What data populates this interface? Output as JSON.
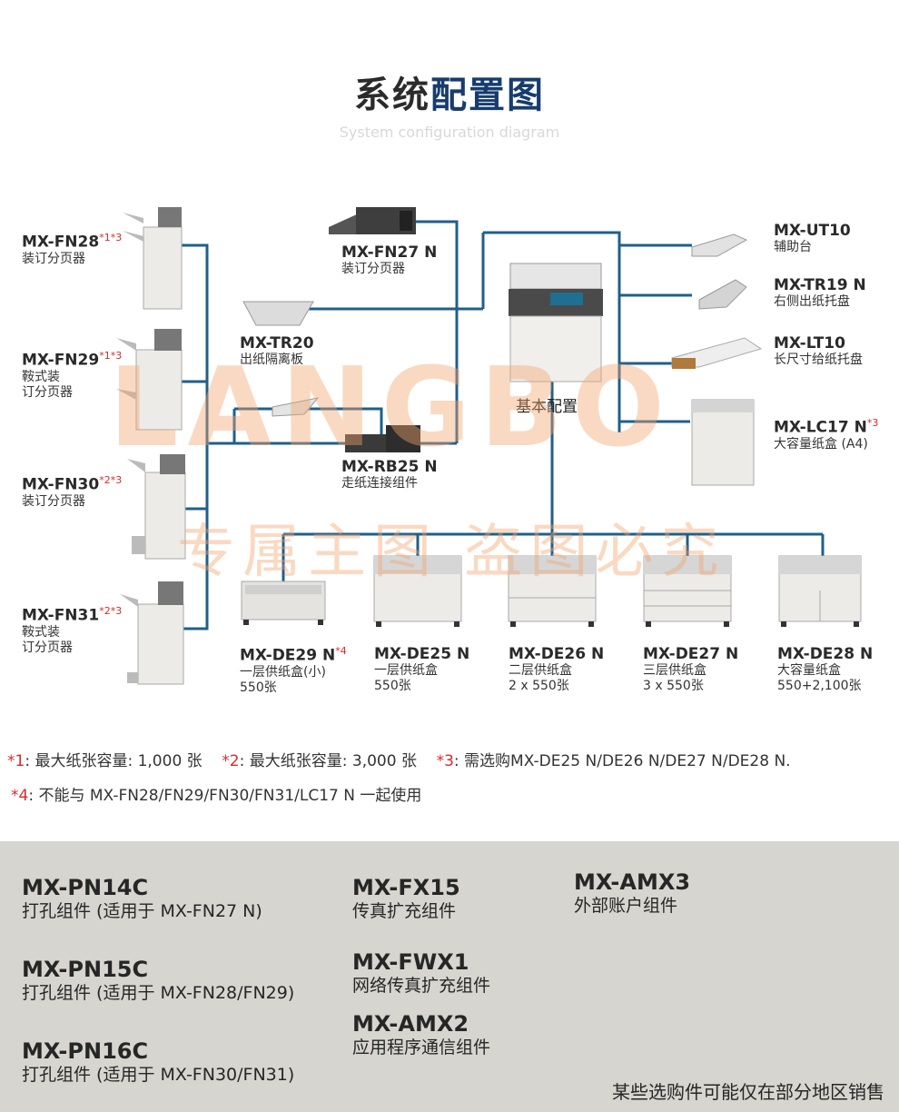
{
  "header": {
    "title_part1": "系统",
    "title_part2": "配置图",
    "subtitle": "System configuration diagram"
  },
  "watermark": {
    "brand": "LANGBO",
    "text": "专属主图  盗图必究"
  },
  "base_unit": {
    "label": "基本配置"
  },
  "components": {
    "fn28": {
      "code": "MX-FN28",
      "sup": "*1*3",
      "desc1": "装订分页器",
      "desc2": ""
    },
    "fn29": {
      "code": "MX-FN29",
      "sup": "*1*3",
      "desc1": "鞍式装",
      "desc2": "订分页器"
    },
    "fn30": {
      "code": "MX-FN30",
      "sup": "*2*3",
      "desc1": "装订分页器",
      "desc2": ""
    },
    "fn31": {
      "code": "MX-FN31",
      "sup": "*2*3",
      "desc1": "鞍式装",
      "desc2": "订分页器"
    },
    "fn27": {
      "code": "MX-FN27 N",
      "sup": "",
      "desc1": "装订分页器",
      "desc2": ""
    },
    "tr20": {
      "code": "MX-TR20",
      "sup": "",
      "desc1": "出纸隔离板",
      "desc2": ""
    },
    "rb25": {
      "code": "MX-RB25 N",
      "sup": "",
      "desc1": "走纸连接组件",
      "desc2": ""
    },
    "ut10": {
      "code": "MX-UT10",
      "sup": "",
      "desc1": "辅助台",
      "desc2": ""
    },
    "tr19": {
      "code": "MX-TR19 N",
      "sup": "",
      "desc1": "右侧出纸托盘",
      "desc2": ""
    },
    "lt10": {
      "code": "MX-LT10",
      "sup": "",
      "desc1": "长尺寸给纸托盘",
      "desc2": ""
    },
    "lc17": {
      "code": "MX-LC17 N",
      "sup": "*3",
      "desc1": "大容量纸盒 (A4)",
      "desc2": ""
    },
    "de29": {
      "code": "MX-DE29 N",
      "sup": "*4",
      "desc1": "一层供纸盒(小)",
      "desc2": "550张"
    },
    "de25": {
      "code": "MX-DE25 N",
      "sup": "",
      "desc1": "一层供纸盒",
      "desc2": "550张"
    },
    "de26": {
      "code": "MX-DE26 N",
      "sup": "",
      "desc1": "二层供纸盒",
      "desc2": "2 x 550张"
    },
    "de27": {
      "code": "MX-DE27 N",
      "sup": "",
      "desc1": "三层供纸盒",
      "desc2": "3 x 550张"
    },
    "de28": {
      "code": "MX-DE28 N",
      "sup": "",
      "desc1": "大容量纸盒",
      "desc2": "550+2,100张"
    }
  },
  "notes": {
    "n1_mark": "*1",
    "n1_text": ": 最大纸张容量: 1,000 张",
    "n2_mark": "*2",
    "n2_text": ": 最大纸张容量: 3,000 张",
    "n3_mark": "*3",
    "n3_text": ": 需选购MX-DE25 N/DE26 N/DE27 N/DE28 N.",
    "n4_mark": "*4",
    "n4_text": ": 不能与 MX-FN28/FN29/FN30/FN31/LC17 N 一起使用"
  },
  "options": {
    "pn14c": {
      "code": "MX-PN14C",
      "desc": "打孔组件 (适用于 MX-FN27 N)"
    },
    "pn15c": {
      "code": "MX-PN15C",
      "desc": "打孔组件 (适用于 MX-FN28/FN29)"
    },
    "pn16c": {
      "code": "MX-PN16C",
      "desc": "打孔组件 (适用于 MX-FN30/FN31)"
    },
    "fx15": {
      "code": "MX-FX15",
      "desc": "传真扩充组件"
    },
    "fwx1": {
      "code": "MX-FWX1",
      "desc": "网络传真扩充组件"
    },
    "amx2": {
      "code": "MX-AMX2",
      "desc": "应用程序通信组件"
    },
    "amx3": {
      "code": "MX-AMX3",
      "desc": "外部账户组件"
    },
    "availability": "某些选购件可能仅在部分地区销售"
  },
  "colors": {
    "line": "#1f5f8b",
    "title_accent": "#173c6e",
    "footnote_mark": "#d62b2b",
    "option_bg": "#d6d5d0"
  }
}
